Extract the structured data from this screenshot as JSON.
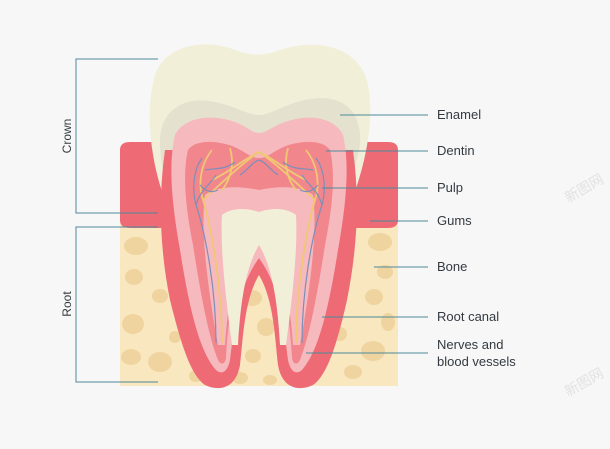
{
  "labels": {
    "enamel": "Enamel",
    "dentin": "Dentin",
    "pulp": "Pulp",
    "gums": "Gums",
    "bone": "Bone",
    "root_canal": "Root canal",
    "nerves_line1": "Nerves and",
    "nerves_line2": "blood vessels"
  },
  "sections": {
    "crown": "Crown",
    "root": "Root"
  },
  "watermark": "新图网",
  "colors": {
    "background": "#f7f7f7",
    "enamel": "#f2efd8",
    "enamel_shade": "#e4e1cf",
    "gums": "#ee6b75",
    "bone": "#f8e7bf",
    "bone_spots": "#efd4a0",
    "dentin": "#f6b9bd",
    "pulp": "#f1868d",
    "nerves": "#f0c873",
    "vessels": "#7d8fb8",
    "leader_lines": "#4c8a9a"
  }
}
